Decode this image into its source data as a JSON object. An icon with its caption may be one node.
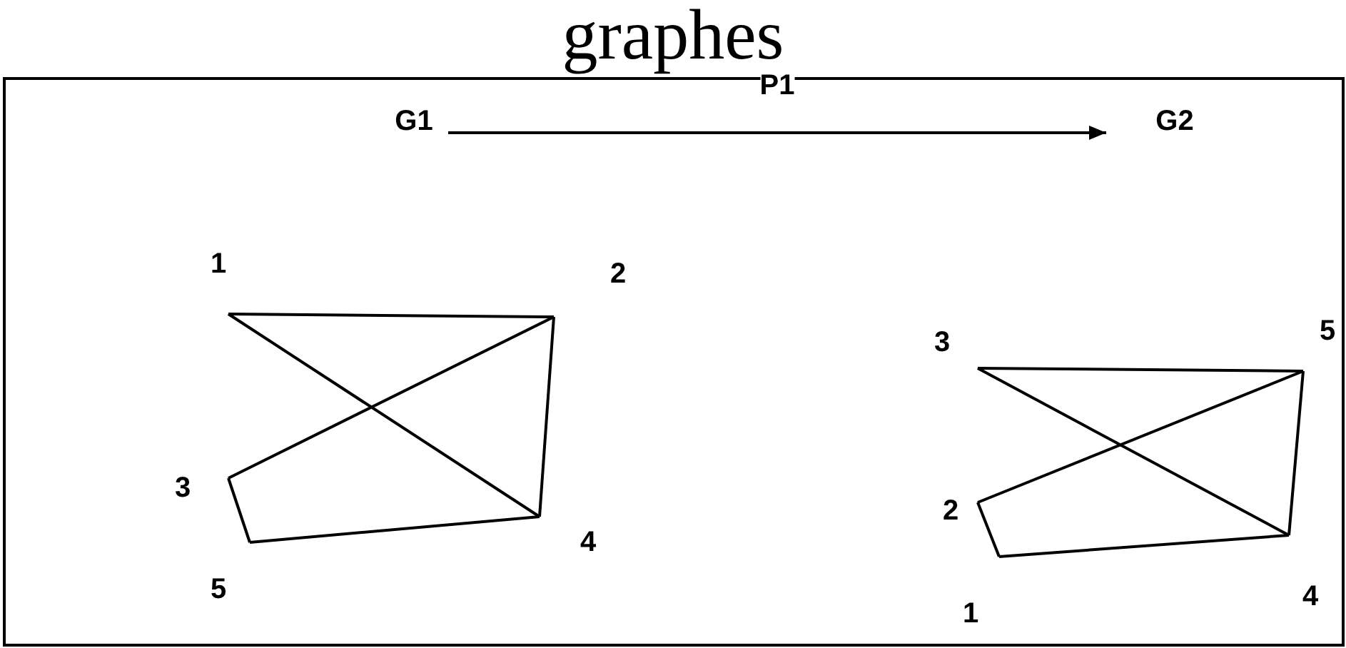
{
  "diagram": {
    "title": "graphes",
    "nodes": [
      {
        "text": [
          "G1"
        ]
      },
      {
        "text": [
          "G2"
        ]
      },
      {
        "text": [
          "1"
        ]
      },
      {
        "text": [
          "2"
        ]
      },
      {
        "text": [
          "3"
        ]
      },
      {
        "text": [
          "4"
        ]
      },
      {
        "text": [
          "5"
        ]
      },
      {
        "text": [
          "3"
        ]
      },
      {
        "text": [
          "5"
        ]
      },
      {
        "text": [
          "2"
        ]
      },
      {
        "text": [
          "4"
        ]
      },
      {
        "text": [
          "1"
        ]
      }
    ],
    "edges": [
      {
        "from": 0,
        "to": 1,
        "arrow": "to",
        "label": "P1"
      },
      {
        "from": 2,
        "to": 3,
        "arrow": "none"
      },
      {
        "from": 2,
        "to": 5,
        "arrow": "none"
      },
      {
        "from": 4,
        "to": 3,
        "arrow": "none"
      },
      {
        "from": 3,
        "to": 5,
        "arrow": "none"
      },
      {
        "from": 4,
        "to": 6,
        "arrow": "none"
      },
      {
        "from": 6,
        "to": 5,
        "arrow": "none"
      },
      {
        "from": 7,
        "to": 8,
        "arrow": "none"
      },
      {
        "from": 7,
        "to": 10,
        "arrow": "none"
      },
      {
        "from": 9,
        "to": 8,
        "arrow": "none"
      },
      {
        "from": 8,
        "to": 10,
        "arrow": "none"
      },
      {
        "from": 9,
        "to": 11,
        "arrow": "none"
      },
      {
        "from": 11,
        "to": 10,
        "arrow": "none"
      }
    ]
  }
}
